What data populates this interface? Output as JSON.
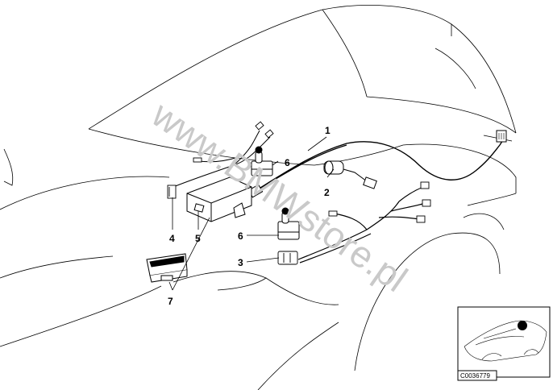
{
  "diagram": {
    "watermark": "www.BMWstore.pl",
    "reference_code": "C0036779",
    "callouts": [
      {
        "id": "1",
        "label": "1"
      },
      {
        "id": "2",
        "label": "2"
      },
      {
        "id": "3",
        "label": "3"
      },
      {
        "id": "4",
        "label": "4"
      },
      {
        "id": "5",
        "label": "5"
      },
      {
        "id": "6a",
        "label": "6"
      },
      {
        "id": "6b",
        "label": "6"
      },
      {
        "id": "7",
        "label": "7"
      }
    ]
  }
}
